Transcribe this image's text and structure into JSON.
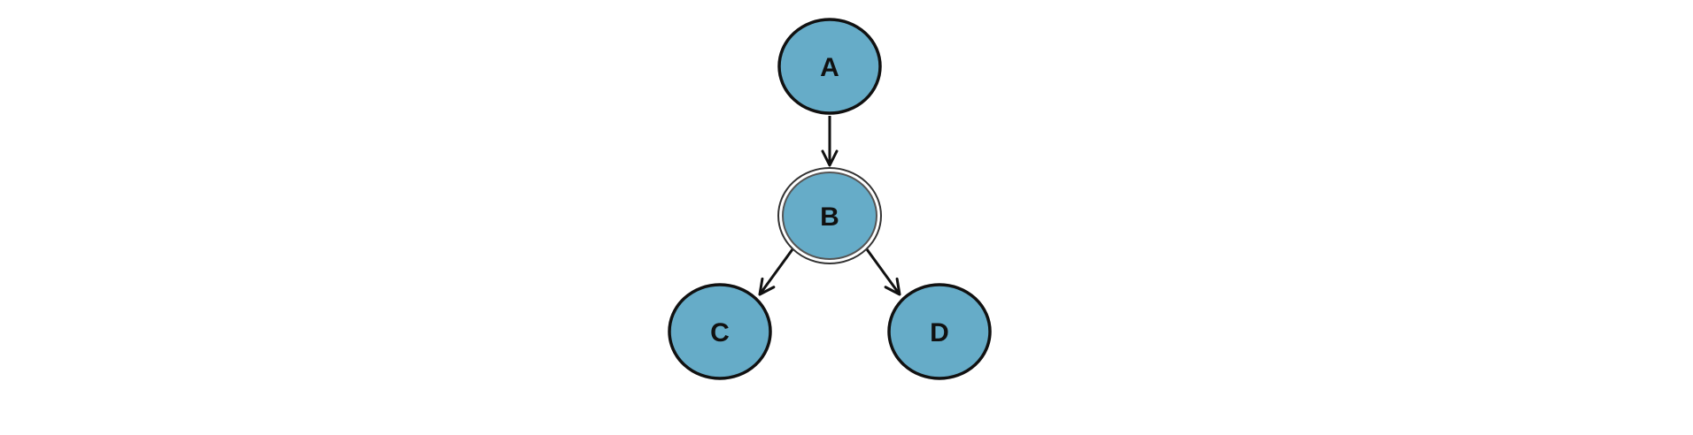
{
  "diagram": {
    "colors": {
      "node_fill": "#66acc8",
      "node_stroke": "#111111",
      "edge_stroke": "#111111",
      "background": "#ffffff"
    },
    "nodes": [
      {
        "id": "A",
        "label": "A",
        "style": "single-border"
      },
      {
        "id": "B",
        "label": "B",
        "style": "double-border"
      },
      {
        "id": "C",
        "label": "C",
        "style": "single-border"
      },
      {
        "id": "D",
        "label": "D",
        "style": "single-border"
      }
    ],
    "edges": [
      {
        "from": "A",
        "to": "B",
        "directed": true
      },
      {
        "from": "B",
        "to": "C",
        "directed": true
      },
      {
        "from": "B",
        "to": "D",
        "directed": true
      }
    ]
  }
}
